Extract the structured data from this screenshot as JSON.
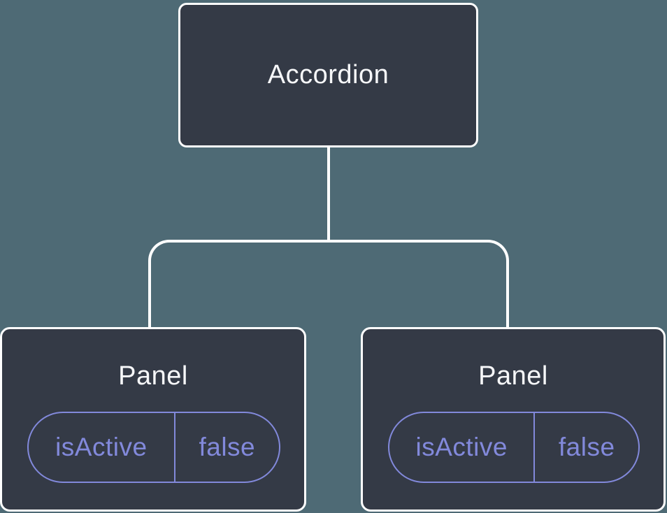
{
  "tree": {
    "root": {
      "label": "Accordion"
    },
    "children": [
      {
        "label": "Panel",
        "state": {
          "name": "isActive",
          "value": "false"
        }
      },
      {
        "label": "Panel",
        "state": {
          "name": "isActive",
          "value": "false"
        }
      }
    ],
    "colors": {
      "background": "#4E6A75",
      "node_fill": "#343A46",
      "node_border": "#FFFFFF",
      "connector": "#FFFFFF",
      "title_text": "#F6F7F9",
      "state_accent": "#8289DB"
    }
  }
}
